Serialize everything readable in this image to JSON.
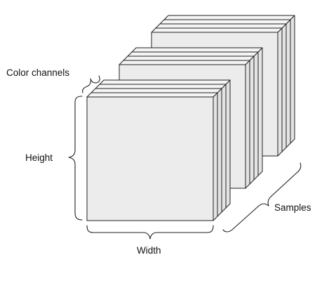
{
  "labels": {
    "color_channels": "Color channels",
    "height": "Height",
    "width": "Width",
    "samples": "Samples"
  },
  "diagram": {
    "samples_shown": 3,
    "channels_per_sample": 4
  }
}
